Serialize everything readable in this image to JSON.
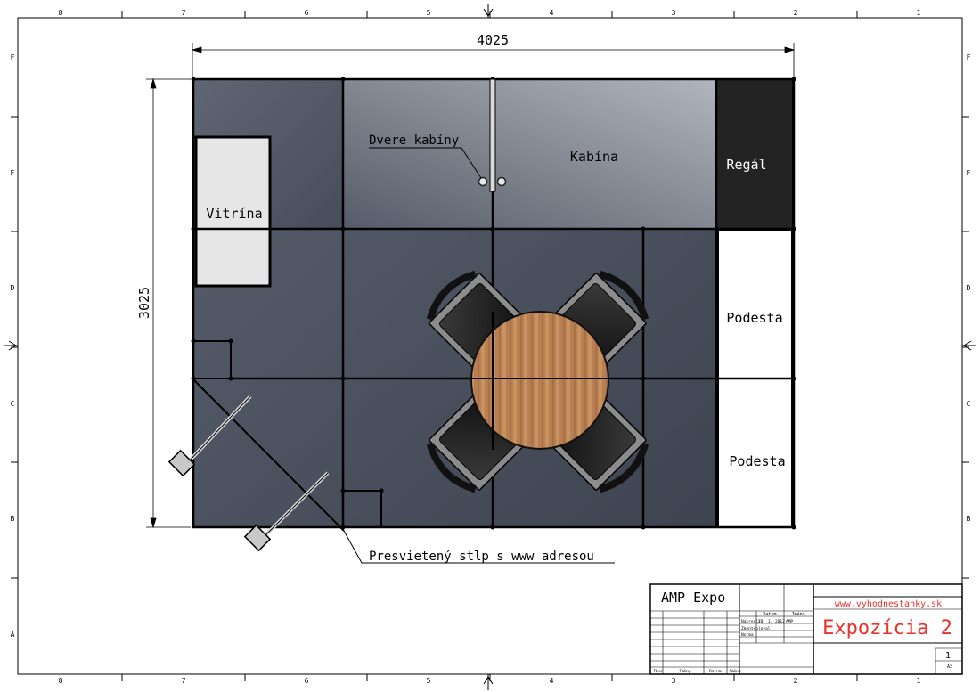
{
  "frame": {
    "column_numbers": [
      "8",
      "7",
      "6",
      "5",
      "4",
      "3",
      "2",
      "1"
    ],
    "row_letters": [
      "F",
      "E",
      "D",
      "C",
      "B",
      "A"
    ]
  },
  "dimensions": {
    "width": "4025",
    "depth": "3025"
  },
  "labels": {
    "cabin_door": "Dvere kabíny",
    "cabin": "Kabína",
    "shelf": "Regál",
    "showcase": "Vitrína",
    "podium_upper": "Podesta",
    "podium_lower": "Podesta",
    "lit_pillar": "Presvietený stlp s www adresou"
  },
  "title_block": {
    "company": "AMP Expo",
    "website": "www.vyhodnestanky.sk",
    "drawing_title": "Expozícia 2",
    "header_date": "Datum",
    "header_name": "Jméno",
    "row_drew_label": "Nakreslil",
    "row_drew_date": "23. 1. 2012",
    "row_drew_name": "AMP",
    "row_checked_label": "Zkontroloval",
    "row_norm_label": "Norma",
    "footer_change": "Zkus",
    "footer_change_desc": "Změny",
    "footer_date": "Datum",
    "footer_name": "Jméno",
    "sheet_number": "1",
    "sheet_format": "A2"
  },
  "colors": {
    "floor": "#4c5260",
    "cabin_light": "#a6abb4",
    "shelf": "#232323",
    "showcase": "#e6e6e6",
    "podium": "#ffffff",
    "table": "#b77f52",
    "title_red": "#e8322b"
  }
}
